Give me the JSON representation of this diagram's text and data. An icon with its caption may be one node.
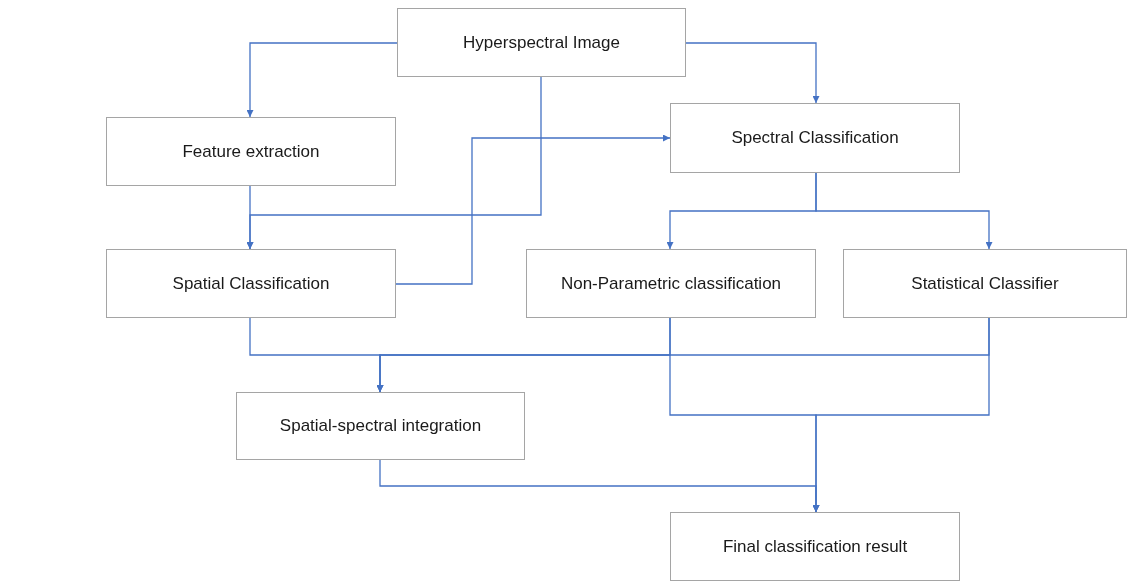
{
  "diagram": {
    "nodes": [
      {
        "text": [
          "Hyperspectral Image"
        ]
      },
      {
        "text": [
          "Feature extraction"
        ]
      },
      {
        "text": [
          "Spectral Classification"
        ]
      },
      {
        "text": [
          "Spatial Classification"
        ]
      },
      {
        "text": [
          "Non-Parametric classification"
        ]
      },
      {
        "text": [
          "Statistical Classifier"
        ]
      },
      {
        "text": [
          "Spatial-spectral integration"
        ]
      },
      {
        "text": [
          "Final classification result"
        ]
      }
    ],
    "edges": [
      {
        "from": 0,
        "to": 1,
        "arrow": "to"
      },
      {
        "from": 0,
        "to": 2,
        "arrow": "to"
      },
      {
        "from": 1,
        "to": 3,
        "arrow": "to"
      },
      {
        "from": 0,
        "to": 3,
        "arrow": "to"
      },
      {
        "from": 3,
        "to": 2,
        "arrow": "to"
      },
      {
        "from": 2,
        "to": 4,
        "arrow": "to"
      },
      {
        "from": 2,
        "to": 5,
        "arrow": "to"
      },
      {
        "from": 3,
        "to": 6,
        "arrow": "to"
      },
      {
        "from": 4,
        "to": 6,
        "arrow": "to"
      },
      {
        "from": 5,
        "to": 6,
        "arrow": "to"
      },
      {
        "from": 4,
        "to": 7,
        "arrow": "to"
      },
      {
        "from": 5,
        "to": 7,
        "arrow": "to"
      },
      {
        "from": 6,
        "to": 7,
        "arrow": "to"
      }
    ]
  }
}
